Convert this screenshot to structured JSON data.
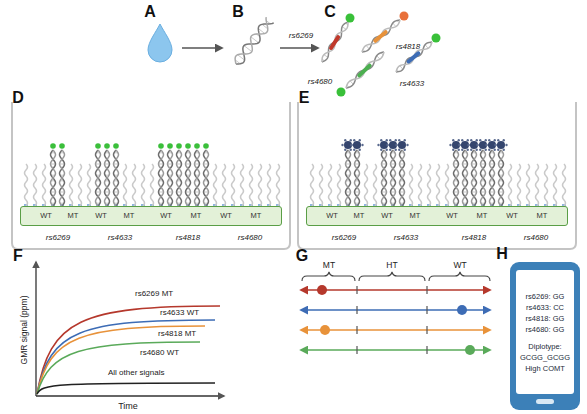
{
  "diagram": {
    "nodes": [
      {
        "text": [
          "WT",
          "MT",
          "WT",
          "MT",
          "WT",
          "MT",
          "WT",
          "MT"
        ]
      },
      {
        "text": [
          "WT",
          "MT",
          "WT",
          "MT",
          "WT",
          "MT",
          "WT",
          "MT"
        ]
      },
      {
        "text": [
          "rs6269: GG",
          "rs4633: CC",
          "rs4818: GG",
          "rs4680: GG",
          "Diplotype:",
          "GCGG_GCGG",
          "High COMT"
        ]
      }
    ],
    "labels": [
      "A",
      "B",
      "C",
      "rs6269",
      "rs4818",
      "rs4680",
      "rs4633",
      "D",
      "rs6269",
      "rs4633",
      "rs4818",
      "rs4680",
      "E",
      "rs6269",
      "rs4633",
      "rs4818",
      "rs4680",
      "F",
      "GMR signal (ppm)",
      "Time",
      "rs6269 MT",
      "rs4633 WT",
      "rs4818 MT",
      "rs4680 WT",
      "All other signals",
      "G",
      "MT",
      "HT",
      "WT",
      "H"
    ]
  }
}
